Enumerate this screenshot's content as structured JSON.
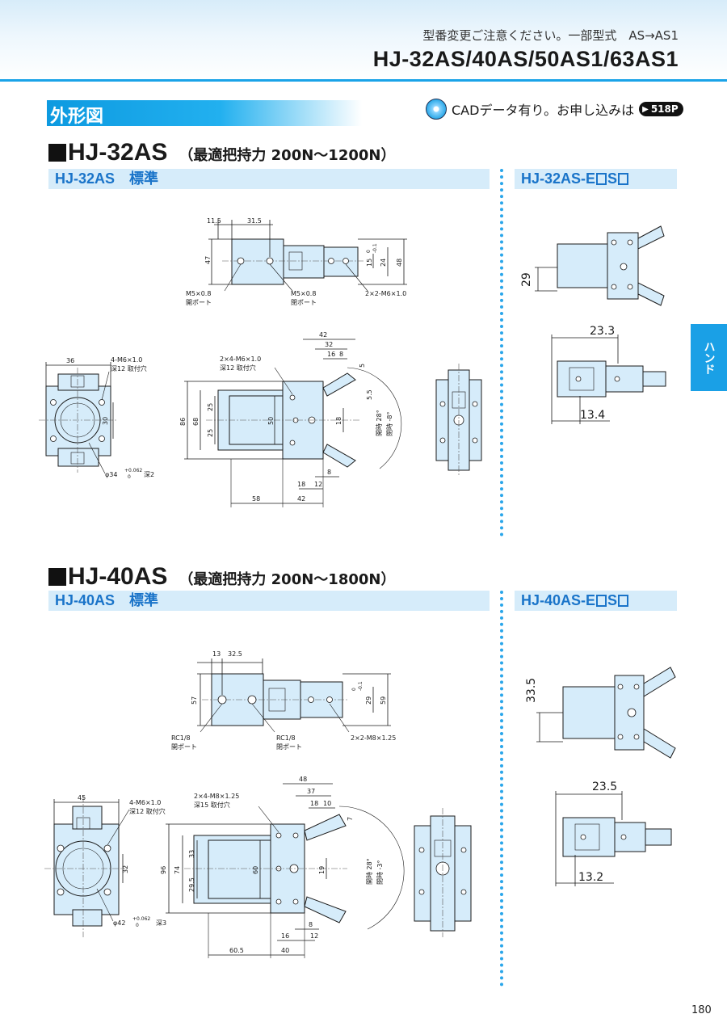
{
  "header": {
    "notice": "型番変更ご注意ください。一部型式　AS→AS1",
    "model_title": "HJ-32AS/40AS/50AS1/63AS1"
  },
  "section": {
    "title": "外形図"
  },
  "cad": {
    "text": "CADデータ有り。お申し込みは",
    "page_ref": "518P"
  },
  "side_tab": "ハンド",
  "page_number": "180",
  "products": [
    {
      "name": "HJ-32AS",
      "grip": "（最適把持力 200N～1200N）",
      "standard_label": "HJ-32AS　標準",
      "variant_prefix": "HJ-32AS-E",
      "variant_mid": "S",
      "top_view": {
        "d1": "11.5",
        "d2": "31.5",
        "d3": "47",
        "d4": "0",
        "d5": "-0.1",
        "d6": "15",
        "d7": "24",
        "d8": "48",
        "port1": "M5×0.8",
        "port1b": "開ポート",
        "port2": "M5×0.8",
        "port2b": "閉ポート",
        "tap": "2×2-M6×1.0"
      },
      "end_view": {
        "d1": "36",
        "note1": "4-M6×1.0",
        "note2": "深12 取付穴",
        "d2": "30",
        "phi": "φ34",
        "tol_up": "+0.062",
        "tol_dn": "0",
        "depth": "深2"
      },
      "front_view": {
        "note1": "2×4-M6×1.0",
        "note2": "深12 取付穴",
        "h1": "86",
        "h2": "68",
        "h3": "25",
        "h4": "25",
        "h5": "50",
        "h6": "18",
        "w1": "42",
        "w2": "32",
        "w3": "16",
        "w4": "8",
        "w5": "5",
        "w6": "5.5",
        "ang1": "開時 28°",
        "ang2": "閉時 -8°",
        "b1": "8",
        "b2": "18",
        "b3": "12",
        "b4": "58",
        "b5": "42"
      },
      "variant": {
        "d1": "29",
        "d2": "23.3",
        "d3": "13.4"
      }
    },
    {
      "name": "HJ-40AS",
      "grip": "（最適把持力 200N～1800N）",
      "standard_label": "HJ-40AS　標準",
      "variant_prefix": "HJ-40AS-E",
      "variant_mid": "S",
      "top_view": {
        "d1": "13",
        "d2": "32.5",
        "d3": "57",
        "d4": "0",
        "d5": "-0.1",
        "d6": "29",
        "d8": "59",
        "port1": "RC1/8",
        "port1b": "開ポート",
        "port2": "RC1/8",
        "port2b": "閉ポート",
        "tap": "2×2-M8×1.25"
      },
      "end_view": {
        "d1": "45",
        "note1": "4-M6×1.0",
        "note2": "深12 取付穴",
        "d2": "32",
        "phi": "φ42",
        "tol_up": "+0.062",
        "tol_dn": "0",
        "depth": "深3"
      },
      "front_view": {
        "note1": "2×4-M8×1.25",
        "note2": "深15 取付穴",
        "h1": "96",
        "h2": "74",
        "h3": "33",
        "h4": "29.5",
        "h5": "60",
        "h6": "19",
        "w1": "48",
        "w2": "37",
        "w3": "18",
        "w4": "10",
        "w5": "7",
        "ang1": "開時 28°",
        "ang2": "閉時 -3°",
        "b1": "8",
        "b2": "16",
        "b3": "12",
        "b4": "60.5",
        "b5": "40"
      },
      "variant": {
        "d1": "33.5",
        "d2": "23.5",
        "d3": "13.2"
      }
    }
  ]
}
